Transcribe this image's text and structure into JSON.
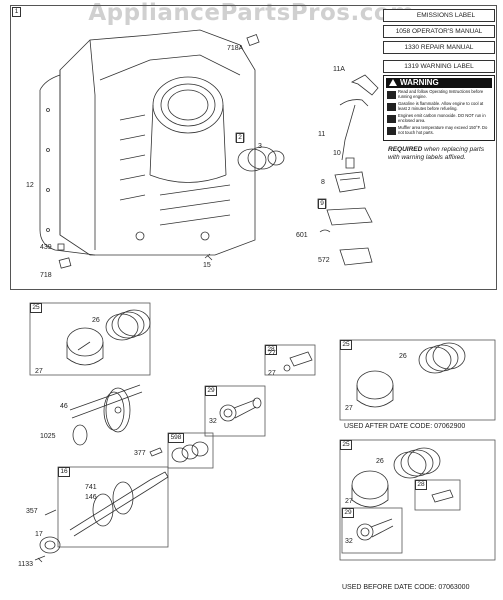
{
  "watermark": "AppliancePartsPros.com",
  "manuals": {
    "emissions": "EMISSIONS LABEL",
    "operators": "1058 OPERATOR'S MANUAL",
    "repair": "1330 REPAIR MANUAL",
    "warning_label": "1319 WARNING LABEL"
  },
  "warning": {
    "heading": "WARNING",
    "lines": [
      "Read and follow Operating Instructions before running engine.",
      "Gasoline is flammable. Allow engine to cool at least 2 minutes before refueling.",
      "Engines emit carbon monoxide. DO NOT run in enclosed area.",
      "Muffler area temperature may exceed 150°F. Do not touch hot parts."
    ]
  },
  "required_note": {
    "bold": "REQUIRED",
    "text": " when replacing parts with warning labels affixed."
  },
  "date_codes": {
    "after": "USED AFTER DATE CODE: 07062900",
    "before": "USED BEFORE DATE CODE: 07063000"
  },
  "group_tags": {
    "main": "1",
    "ring_set_top": "2",
    "rod_top": "9",
    "piston_asm_left": "25",
    "pin_asm": "28",
    "rod_asm": "29",
    "ring_598": "598",
    "crank": "16",
    "piston_asm_after": "25",
    "piston_asm_before": "25",
    "pin_asm_before": "28",
    "rod_asm_before": "29"
  },
  "part_numbers": {
    "p718A": "718A",
    "p11A": "11A",
    "p3": "3",
    "p11": "11",
    "p10": "10",
    "p8": "8",
    "p12": "12",
    "p601": "601",
    "p439": "439",
    "p15": "15",
    "p718": "718",
    "p572": "572",
    "p26a": "26",
    "p27a": "27",
    "p27b": "27",
    "p26b": "26",
    "p27c": "27",
    "p46": "46",
    "p1025": "1025",
    "p32a": "32",
    "p377": "377",
    "p741": "741",
    "p146": "146",
    "p357": "357",
    "p17": "17",
    "p1133": "1133",
    "p26c": "26",
    "p27d": "27",
    "p27e": "27",
    "p32b": "32"
  }
}
